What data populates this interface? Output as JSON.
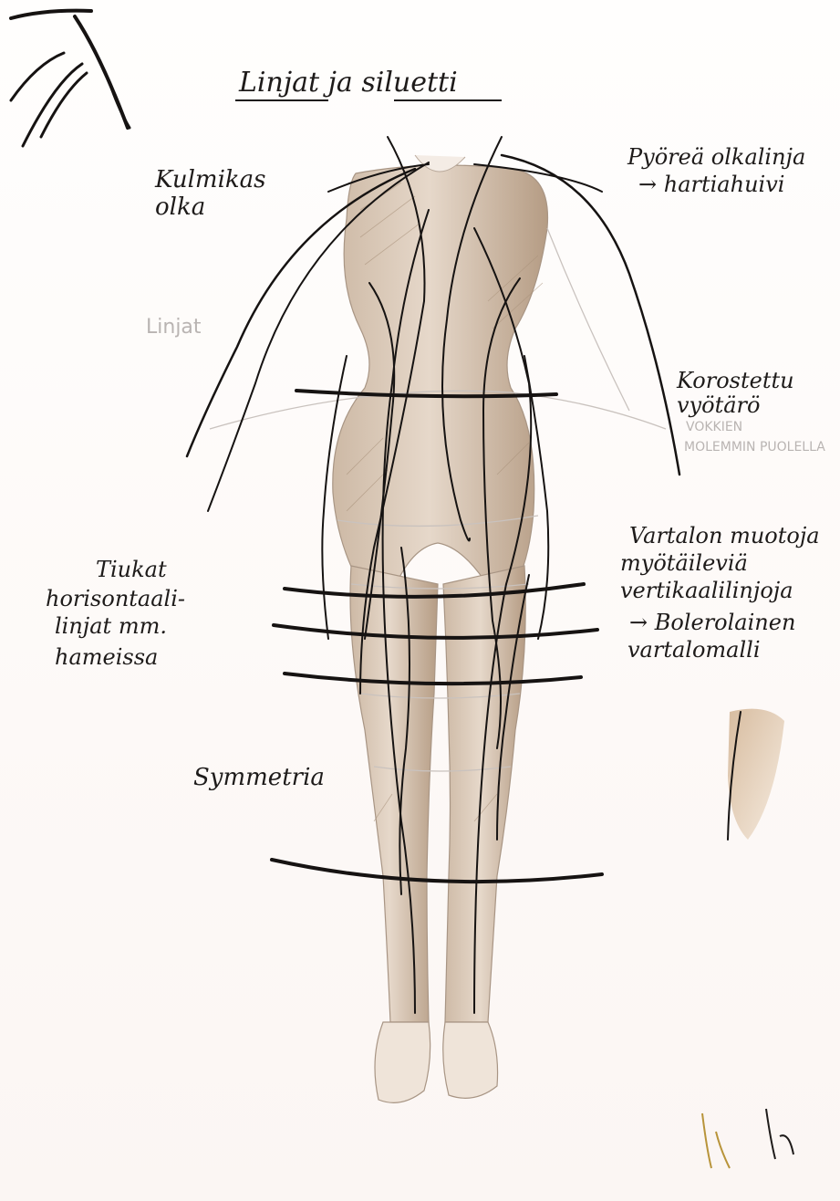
{
  "title": "Linjat ja siluetti",
  "annotations": {
    "square_shoulder": [
      "Kulmikas",
      "olka"
    ],
    "round_shoulder": [
      "Pyöreä olkalinja",
      "→ hartiahuivi"
    ],
    "emphasized_waist": [
      "Korostettu",
      "vyötärö"
    ],
    "vertical_lines": [
      "Vartalon muotoja",
      "myötäileviä",
      "vertikaalilinjoja",
      "→ Bolerolainen",
      "vartalomalli"
    ],
    "horizontal_lines": [
      "Tiukat",
      "horisontaali-",
      "linjat mm.",
      "hameissa"
    ],
    "symmetry": "Symmetria"
  },
  "faint_notes": {
    "left": "Linjat",
    "right_upper": [
      "VOKKIEN",
      "MOLEMMIN PUOLELLA"
    ]
  },
  "colors": {
    "ink": "#161312",
    "skin_shade": "#b79f86",
    "paper": "#fdf9f7",
    "pencil": "#c9c2be",
    "swatch": "#c7a27a"
  }
}
